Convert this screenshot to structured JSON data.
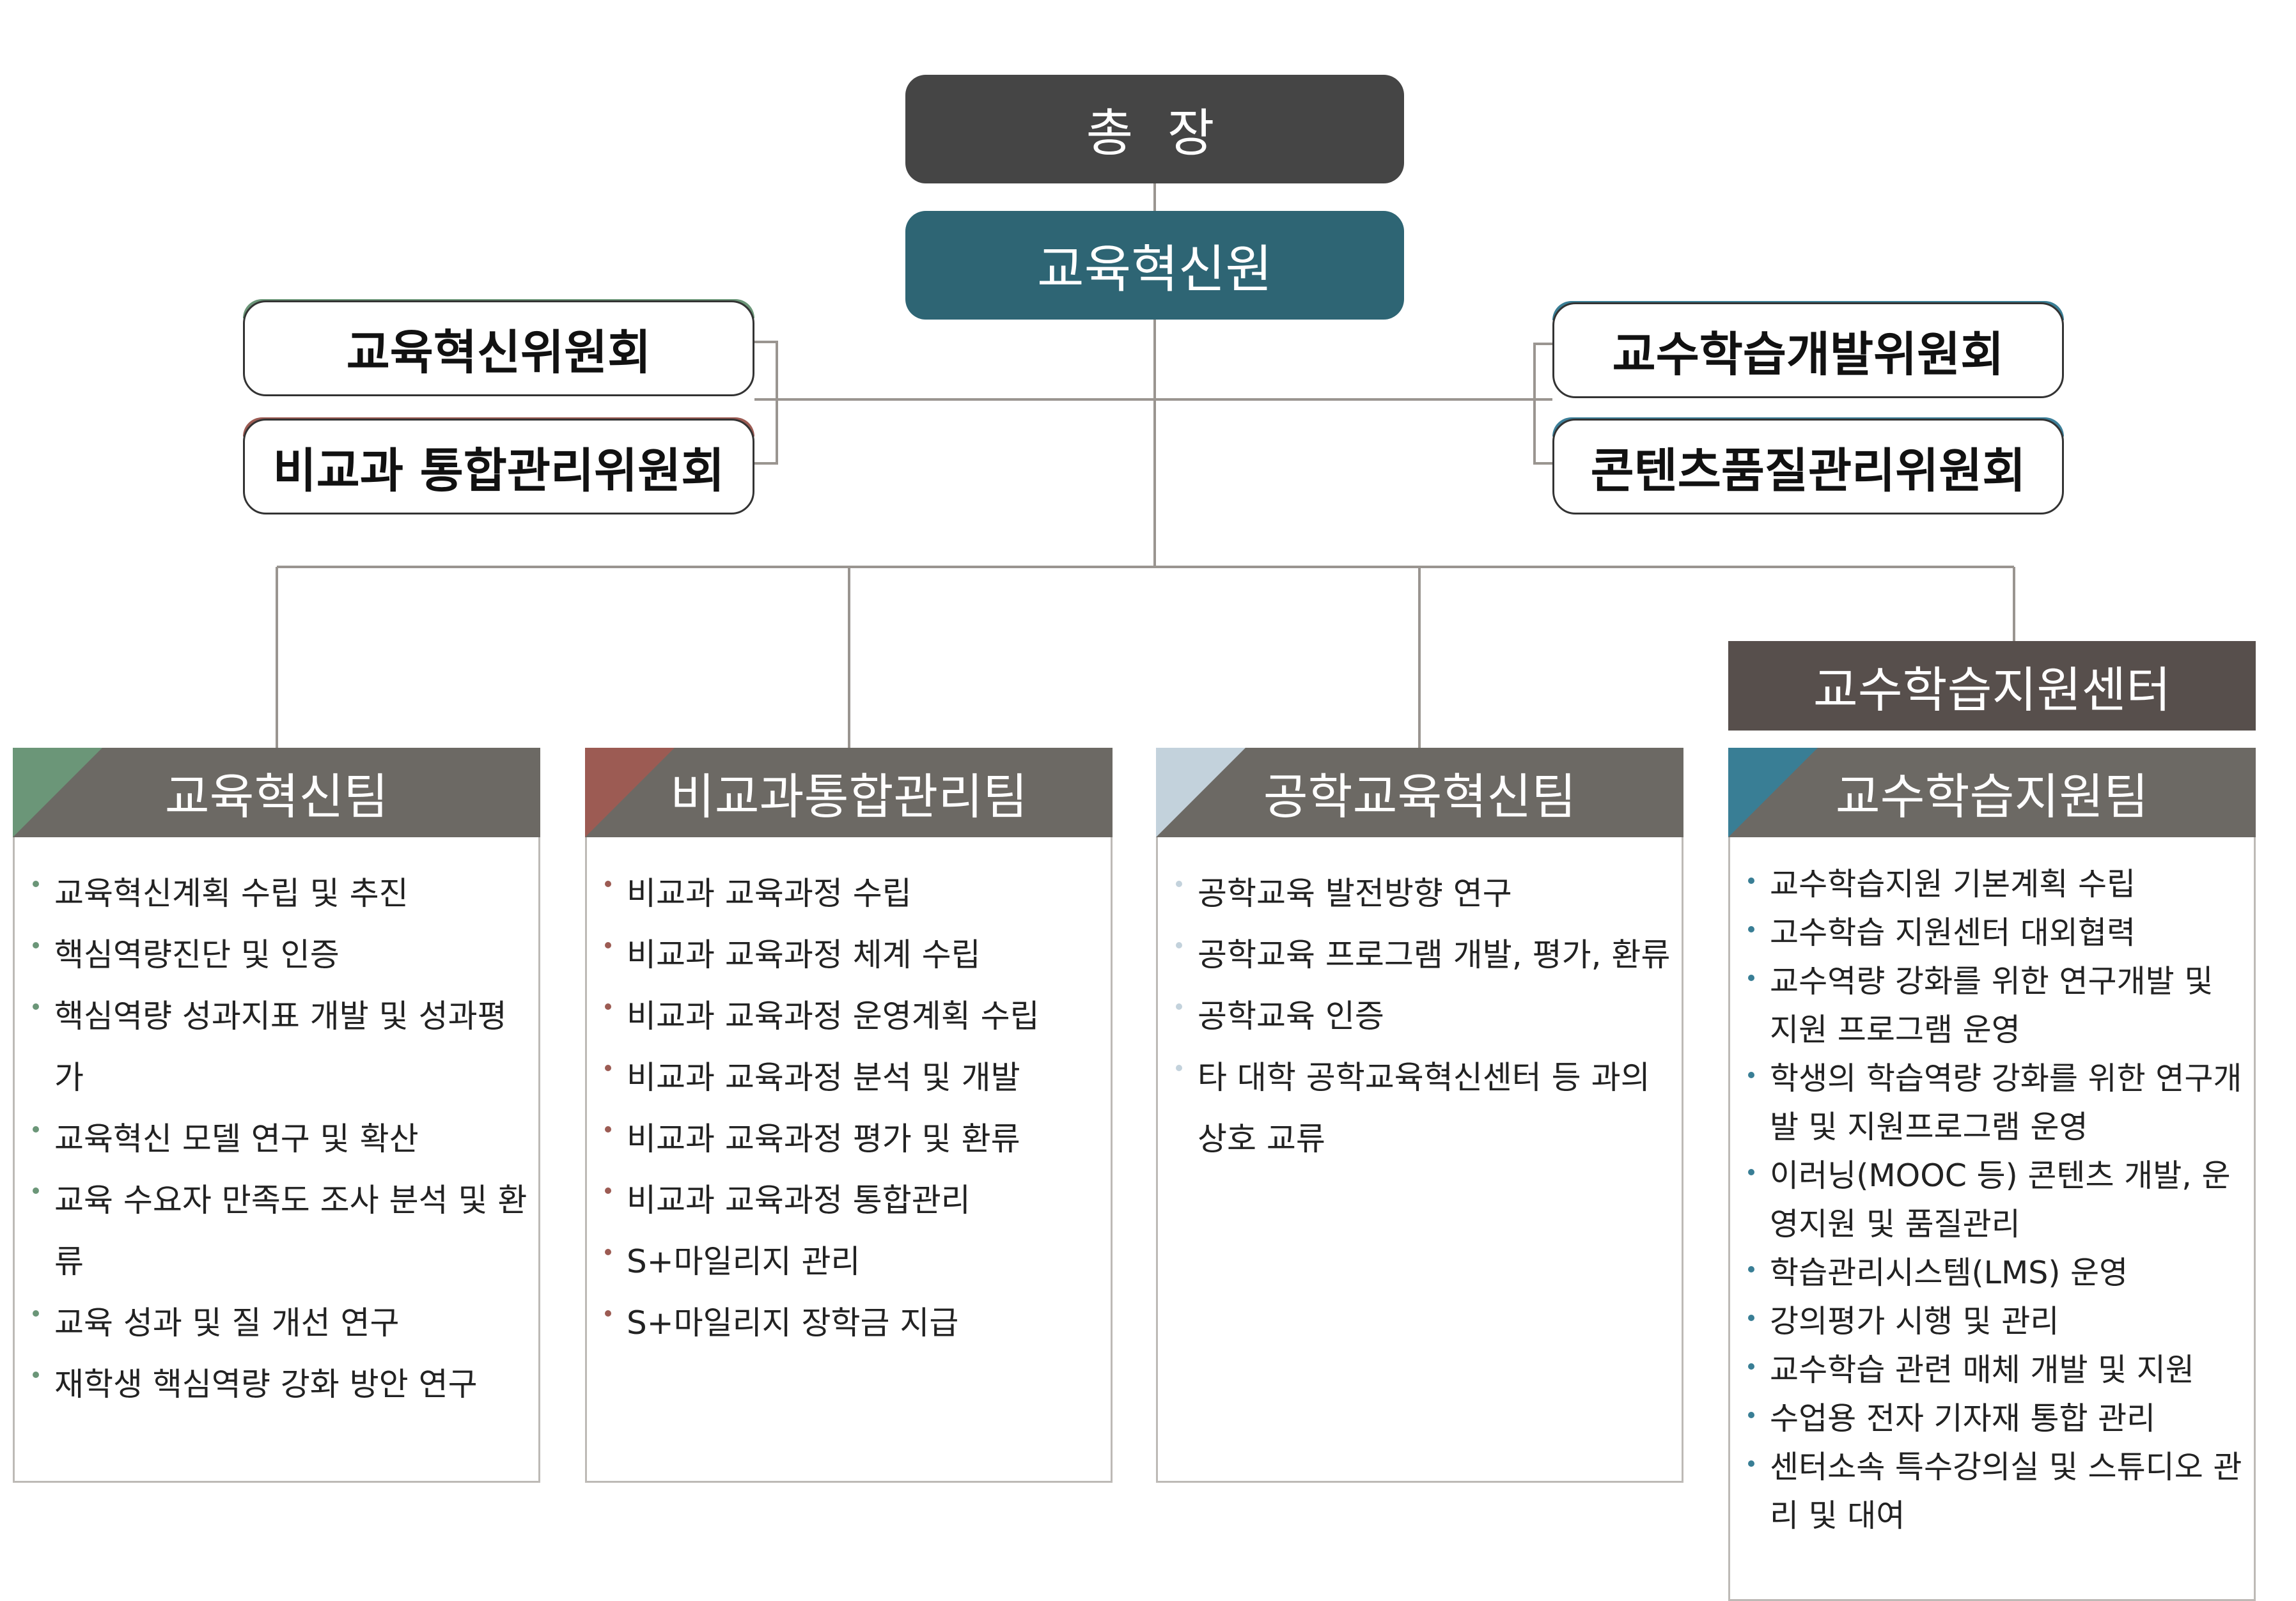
{
  "president": "총 장",
  "office": "교육혁신원",
  "committees": {
    "left": [
      "교육혁신위원회",
      "비교과 통합관리위원회"
    ],
    "right": [
      "교수학습개발위원회",
      "콘텐츠품질관리위원회"
    ]
  },
  "center": "교수학습지원센터",
  "teams": [
    {
      "title": "교육혁신팀",
      "accent": "#6b9678",
      "items": [
        "교육혁신계획 수립 및 추진",
        "핵심역량진단 및 인증",
        "핵심역량 성과지표 개발 및 성과평가",
        "교육혁신 모델 연구 및 확산",
        "교육 수요자 만족도 조사 분석 및 환류",
        "교육 성과 및 질 개선 연구",
        "재학생 핵심역량 강화 방안 연구"
      ]
    },
    {
      "title": "비교과통합관리팀",
      "accent": "#9c5b53",
      "items": [
        "비교과 교육과정 수립",
        "비교과 교육과정 체계 수립",
        "비교과 교육과정 운영계획 수립",
        "비교과 교육과정 분석 및 개발",
        "비교과 교육과정 평가 및 환류",
        "비교과 교육과정 통합관리",
        "S+마일리지 관리",
        "S+마일리지 장학금 지급"
      ]
    },
    {
      "title": "공학교육혁신팀",
      "accent": "#c3d2dc",
      "items": [
        "공학교육 발전방향 연구",
        "공학교육 프로그램 개발, 평가, 환류",
        "공학교육 인증",
        "타 대학 공학교육혁신센터 등 과의 상호 교류"
      ]
    },
    {
      "title": "교수학습지원팀",
      "accent": "#397e95",
      "items": [
        "교수학습지원 기본계획 수립",
        "고수학습 지원센터 대외협력",
        "교수역량 강화를 위한 연구개발 및 지원 프로그램 운영",
        "학생의 학습역량 강화를 위한 연구개발 및 지원프로그램 운영",
        "이러닝(MOOC 등) 콘텐츠 개발, 운영지원 및 품질관리",
        "학습관리시스템(LMS) 운영",
        "강의평가 시행 및 관리",
        "교수학습 관련 매체 개발 및 지원",
        "수업용 전자 기자재 통합 관리",
        "센터소속 특수강의실 및 스튜디오 관리 및 대여"
      ]
    }
  ]
}
